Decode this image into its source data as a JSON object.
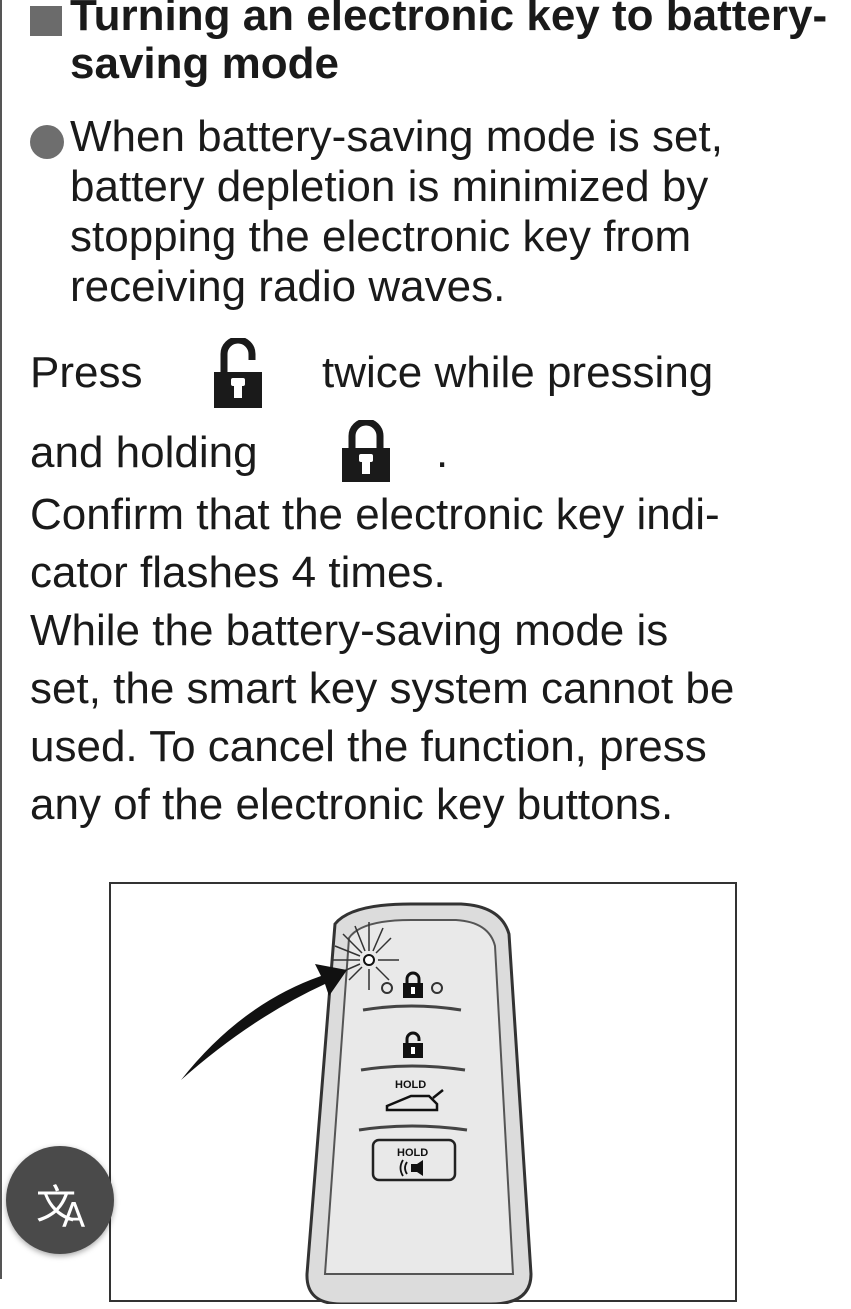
{
  "section": {
    "title": "Turning an electronic key to battery-saving mode"
  },
  "bullet": {
    "text": "When battery-saving mode is set, battery depletion is minimized by stopping the electronic key from receiving radio waves."
  },
  "instructions": {
    "line1_a": "Press",
    "line1_b": "twice while pressing",
    "line2_a": "and holding",
    "line2_b": ".",
    "line3": "Confirm that the electronic key indi-",
    "line4": "cator flashes 4 times.",
    "line5": "While the battery-saving mode is",
    "line6": "set, the smart key system cannot be",
    "line7": "used. To cancel the function, press",
    "line8": "any of the electronic key buttons."
  },
  "icons": {
    "unlock": "unlock-padlock-icon",
    "lock": "lock-padlock-icon",
    "translate": "translate-icon"
  },
  "figure": {
    "hold_label_1": "HOLD",
    "hold_label_2": "HOLD"
  },
  "overlay": {
    "translate_glyph_main": "文",
    "translate_glyph_sub": "A"
  },
  "colors": {
    "text": "#1a1a1a",
    "bullet_gray": "#6e6e6e",
    "fab_background": "#4a4a4a"
  }
}
